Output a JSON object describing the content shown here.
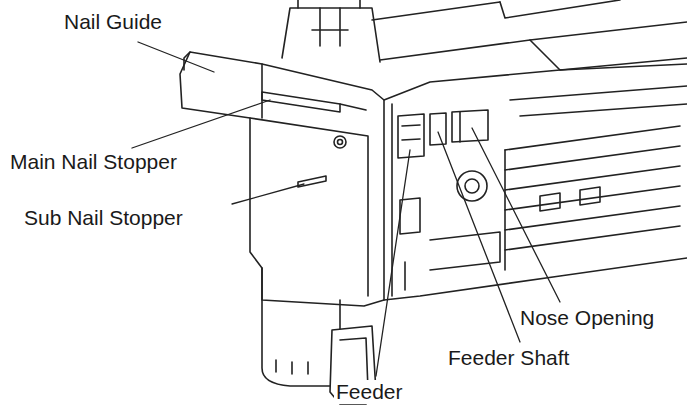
{
  "diagram": {
    "labels": [
      "Nail Guide",
      "Main Nail Stopper",
      "Sub Nail Stopper",
      "Nose Opening",
      "Feeder Shaft",
      "Feeder"
    ]
  }
}
